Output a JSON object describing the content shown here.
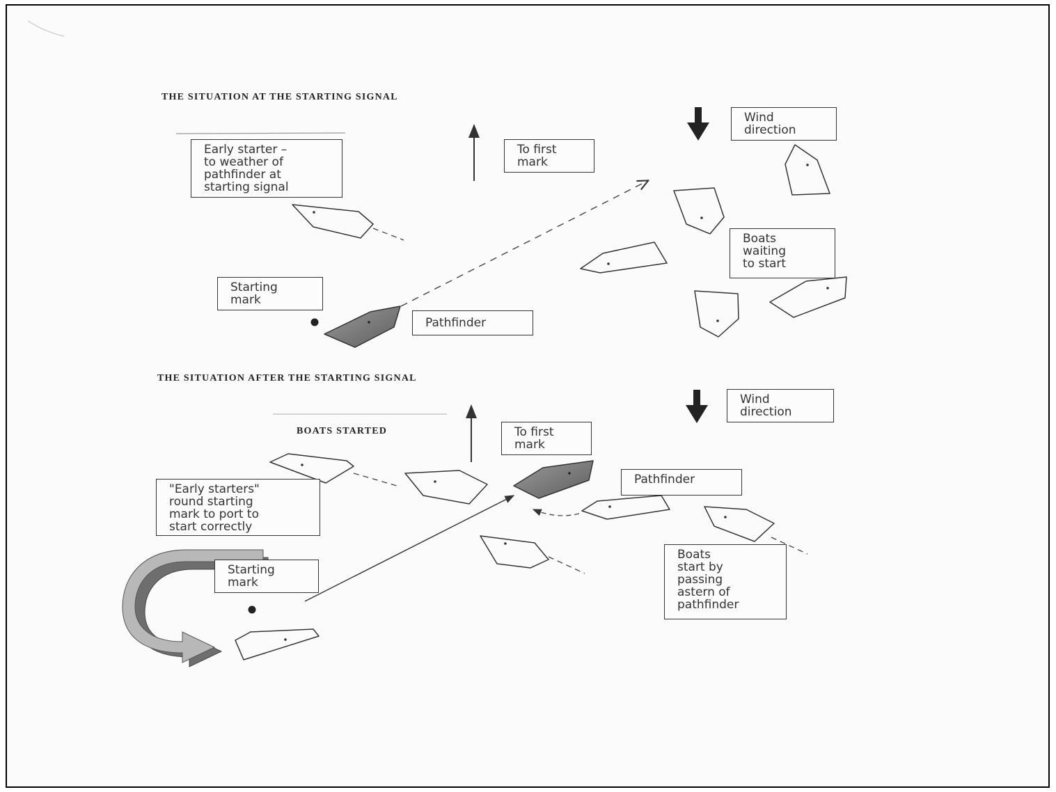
{
  "headings": {
    "top": "THE SITUATION AT THE STARTING SIGNAL",
    "bottom": "THE SITUATION AFTER THE STARTING SIGNAL",
    "boats_started": "BOATS STARTED"
  },
  "labels": {
    "early_starter": "Early starter –\nto weather of\npathfinder at\nstarting signal",
    "to_first_mark_top": "To first\nmark",
    "wind_top": "Wind\ndirection",
    "boats_waiting": "Boats\nwaiting\nto start",
    "starting_mark_top": "Starting\nmark",
    "pathfinder_top": "Pathfinder",
    "to_first_mark_bottom": "To first\nmark",
    "wind_bottom": "Wind\ndirection",
    "pathfinder_bottom": "Pathfinder",
    "early_starters_round": "\"Early starters\"\nround starting\nmark to port to\nstart correctly",
    "starting_mark_bottom": "Starting\nmark",
    "boats_start_by": "Boats\nstart by\npassing\nastern of\npathfinder"
  },
  "colors": {
    "boat_outline": "#333333",
    "pathfinder_fill": "#7a7a7a",
    "big_arrow_light": "#b8b8b8",
    "big_arrow_dark": "#6e6e6e"
  }
}
